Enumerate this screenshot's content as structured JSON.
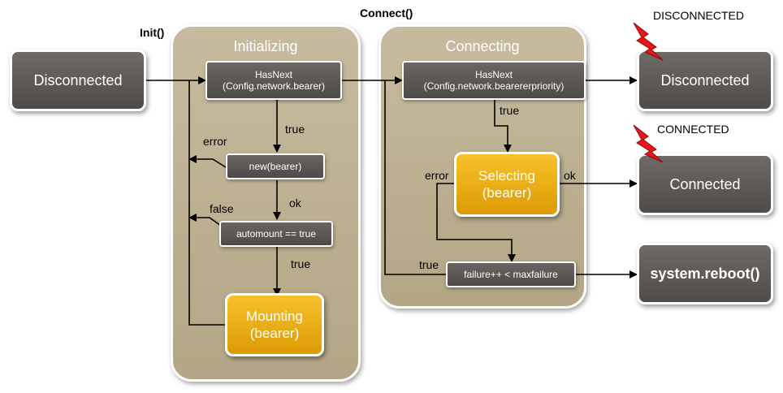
{
  "triggers": {
    "init": "Init()",
    "connect": "Connect()"
  },
  "status_labels": {
    "disconnected": "DISCONNECTED",
    "connected": "CONNECTED"
  },
  "initializing": {
    "title": "Initializing",
    "hasnext": {
      "line1": "HasNext",
      "line2": "(Config.network.bearer)"
    },
    "new_bearer": "new(bearer)",
    "automount": "automount == true",
    "mounting": {
      "line1": "Mounting",
      "line2": "(bearer)"
    },
    "edge_labels": {
      "true1": "true",
      "error": "error",
      "ok": "ok",
      "false": "false",
      "true2": "true"
    }
  },
  "connecting": {
    "title": "Connecting",
    "hasnext": {
      "line1": "HasNext",
      "line2": "(Config.network.bearererpriority)"
    },
    "selecting": {
      "line1": "Selecting",
      "line2": "(bearer)"
    },
    "failure": "failure++ < maxfailure",
    "edge_labels": {
      "true1": "true",
      "error": "error",
      "ok": "ok",
      "true2": "true"
    }
  },
  "states": {
    "disconnected_left": "Disconnected",
    "disconnected_right": "Disconnected",
    "connected": "Connected",
    "reboot": "system.reboot()"
  },
  "colors": {
    "panel": "#bcb092",
    "state_dark": "#5a5654",
    "active_gold": "#eeaf14",
    "alert_red": "#e8151b",
    "wire": "#000000"
  }
}
